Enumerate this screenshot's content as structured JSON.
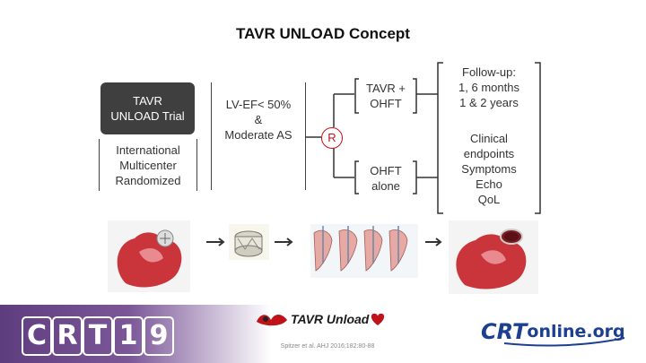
{
  "title": "TAVR UNLOAD Concept",
  "trial_box": {
    "line1": "TAVR",
    "line2": "UNLOAD Trial"
  },
  "design_box": {
    "line1": "International",
    "line2": "Multicenter",
    "line3": "Randomized"
  },
  "criteria_box": {
    "line1": "LV-EF< 50%",
    "line2": "&",
    "line3": "Moderate AS"
  },
  "randomization_label": "R",
  "arm1": {
    "line1": "TAVR +",
    "line2": "OHFT"
  },
  "arm2": {
    "line1": "OHFT",
    "line2": "alone"
  },
  "followup": {
    "line1": "Follow-up:",
    "line2": "1, 6 months",
    "line3": "1 & 2 years"
  },
  "endpoints": {
    "line1": "Clinical",
    "line2": "endpoints",
    "line3": "Symptoms",
    "line4": "Echo",
    "line5": "QoL"
  },
  "footer": {
    "crt_letters": [
      "C",
      "R",
      "T",
      "1",
      "9"
    ],
    "trial_logo_text": "TAVR Unload",
    "citation": "Spitzer et al. AHJ 2016;182:80-88",
    "crtonline": {
      "prefix": "CRT",
      "suffix": "online.org"
    }
  },
  "colors": {
    "accent_red": "#c0121b",
    "brand_purple": "#5e3d7e",
    "crt_blue": "#1c3f8f",
    "box_dark": "#3f3f3f"
  },
  "icons": [
    "heart-illustration",
    "valve-illustration",
    "tavr-procedure-illustration",
    "heart-with-valve-illustration"
  ]
}
